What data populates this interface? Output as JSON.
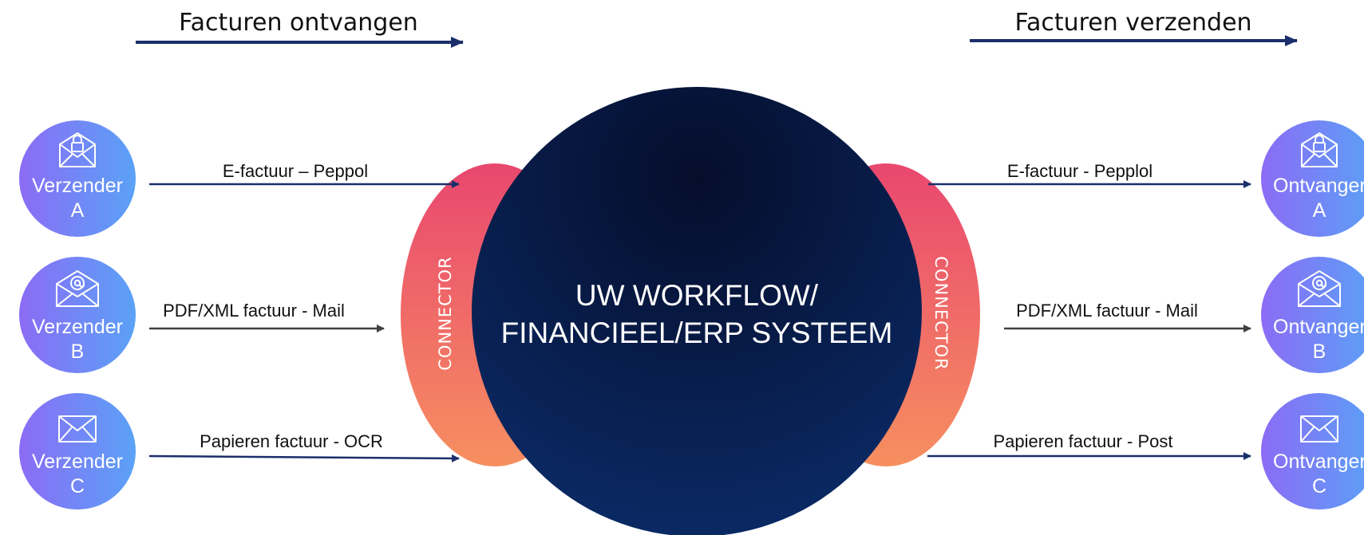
{
  "headers": {
    "receive": "Facturen ontvangen",
    "send": "Facturen verzenden"
  },
  "center": {
    "line1": "UW WORKFLOW/",
    "line2": "FINANCIEEL/ERP SYSTEEM"
  },
  "connectors": {
    "left": "CONNECTOR",
    "right": "CONNECTOR"
  },
  "senders": [
    {
      "name": "Verzender",
      "letter": "A",
      "icon": "envelope-lock-icon"
    },
    {
      "name": "Verzender",
      "letter": "B",
      "icon": "envelope-at-icon"
    },
    {
      "name": "Verzender",
      "letter": "C",
      "icon": "envelope-icon"
    }
  ],
  "receivers": [
    {
      "name": "Ontvanger",
      "letter": "A",
      "icon": "envelope-lock-icon"
    },
    {
      "name": "Ontvanger",
      "letter": "B",
      "icon": "envelope-at-icon"
    },
    {
      "name": "Ontvanger",
      "letter": "C",
      "icon": "envelope-icon"
    }
  ],
  "incoming_flows": [
    "E-factuur – Peppol",
    "PDF/XML factuur - Mail",
    "Papieren factuur - OCR"
  ],
  "outgoing_flows": [
    "E-factuur - Pepplol",
    "PDF/XML factuur - Mail",
    "Papieren factuur - Post"
  ],
  "colors": {
    "arrow_navy": "#1a2f6b",
    "arrow_gray": "#404040",
    "node_gradient": [
      "#8b6cf5",
      "#5aa2f7"
    ],
    "connector_gradient": [
      "#ea4f6e",
      "#f58a62"
    ],
    "center_gradient": [
      "#06102e",
      "#0a2a66"
    ]
  }
}
